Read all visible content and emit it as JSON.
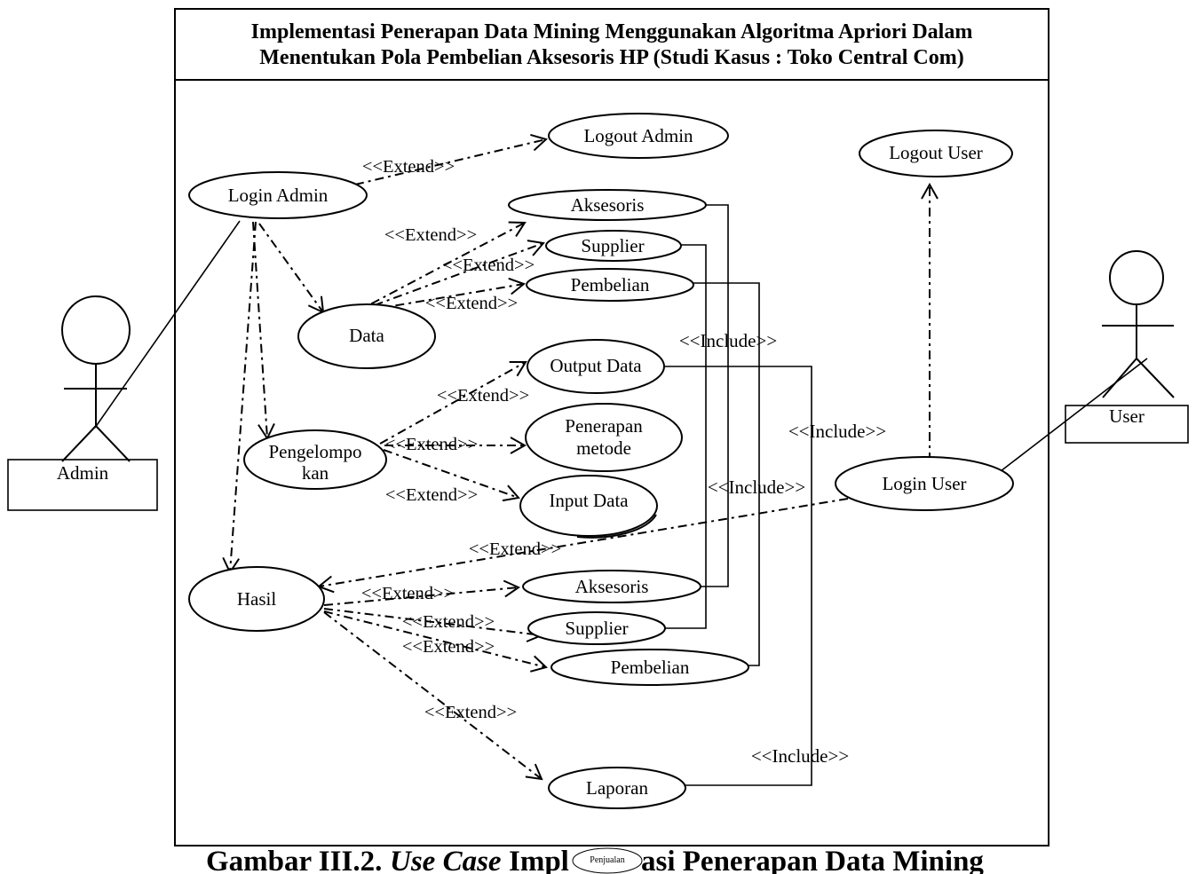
{
  "diagram_title": {
    "line1": "Implementasi Penerapan Data Mining Menggunakan Algoritma Apriori Dalam",
    "line2": "Menentukan Pola Pembelian Aksesoris HP (Studi Kasus : Toko Central Com)"
  },
  "actors": {
    "admin": "Admin",
    "user": "User"
  },
  "use_cases": {
    "logout_admin": "Logout Admin",
    "logout_user": "Logout User",
    "login_admin": "Login Admin",
    "aksesoris_data": "Aksesoris",
    "supplier_data": "Supplier",
    "pembelian_data": "Pembelian",
    "data": "Data",
    "output_data": "Output Data",
    "penerapan_metode": [
      "Penerapan",
      "metode"
    ],
    "pengelompokan": [
      "Pengelompo",
      "kan"
    ],
    "input_data": "Input Data",
    "login_user": "Login User",
    "hasil": "Hasil",
    "aksesoris_hasil": "Aksesoris",
    "supplier_hasil": "Supplier",
    "pembelian_hasil": "Pembelian",
    "laporan": "Laporan"
  },
  "stereotypes": {
    "extend": "<<Extend>>",
    "include": "<<Include>>"
  },
  "caption": {
    "prefix": "Gambar III.2.",
    "italic": "Use Case",
    "part1": "Impl",
    "overlay_label": "Penjualan",
    "part2": "asi Penerapan Data Mining"
  }
}
